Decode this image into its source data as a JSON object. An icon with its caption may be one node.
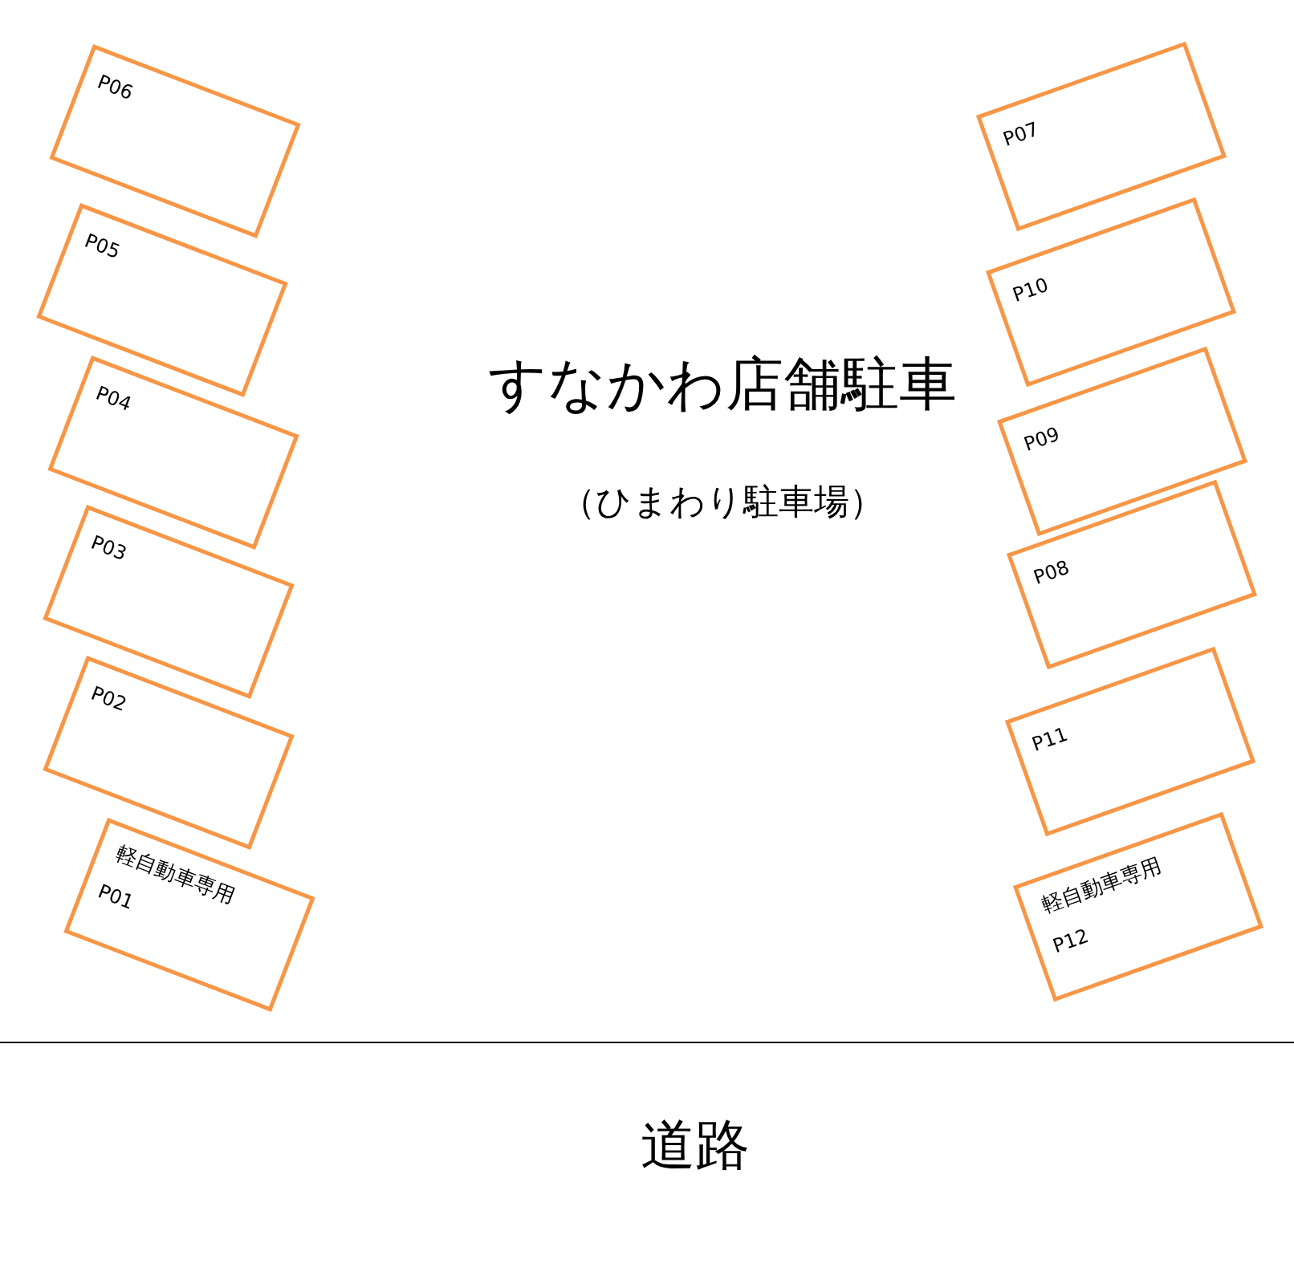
{
  "diagram": {
    "nodes": [
      {
        "text": [
          "P06"
        ]
      },
      {
        "text": [
          "P07"
        ]
      },
      {
        "text": [
          "P05"
        ]
      },
      {
        "text": [
          "P10"
        ]
      },
      {
        "text": [
          "P04"
        ]
      },
      {
        "text": [
          "P09"
        ]
      },
      {
        "text": [
          "P03"
        ]
      },
      {
        "text": [
          "P08"
        ]
      },
      {
        "text": [
          "P02"
        ]
      },
      {
        "text": [
          "P11"
        ]
      },
      {
        "text": [
          "軽自動車専用",
          "P01"
        ]
      },
      {
        "text": [
          "軽自動車専用",
          "P12"
        ]
      }
    ],
    "labels": [
      "すなかわ店舗駐車",
      "（ひまわり駐車場）",
      "道路"
    ]
  }
}
